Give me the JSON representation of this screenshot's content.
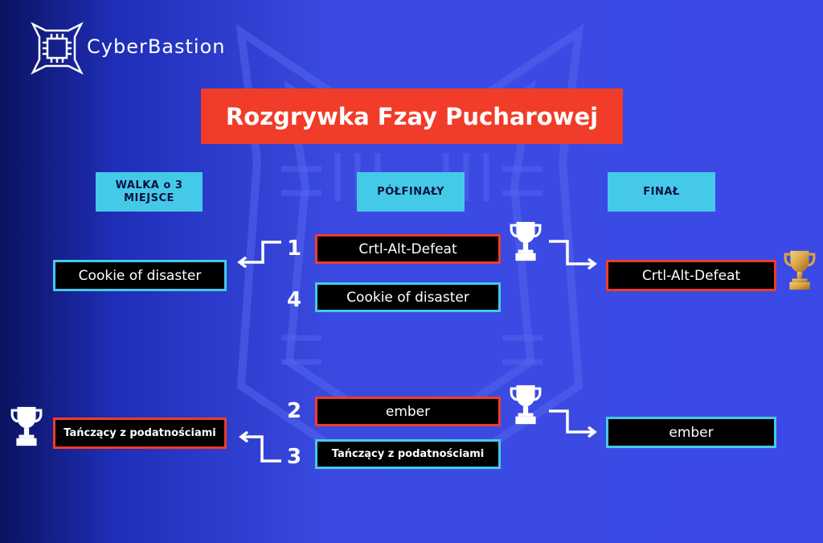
{
  "brand": {
    "name": "CyberBastion"
  },
  "title": "Rozgrywka Fzay Pucharowej",
  "columns": {
    "third_place": "WALKA o 3 MIEJSCE",
    "semifinals": "PÓŁFINAŁY",
    "final": "FINAŁ"
  },
  "semifinals": [
    {
      "seed": "1",
      "team": "Crtl-Alt-Defeat"
    },
    {
      "seed": "4",
      "team": "Cookie of disaster"
    },
    {
      "seed": "2",
      "team": "ember"
    },
    {
      "seed": "3",
      "team": "Tańczący z podatnościami"
    }
  ],
  "third_place": [
    {
      "team": "Cookie of disaster"
    },
    {
      "team": "Tańczący z podatnościami"
    }
  ],
  "final": [
    {
      "team": "Crtl-Alt-Defeat"
    },
    {
      "team": "ember"
    }
  ],
  "colors": {
    "background": "#3a4ae0",
    "accent_red": "#f03c28",
    "accent_cyan": "#45c9e8",
    "gold": "#d9a441"
  },
  "icons": {
    "logo": "chip-fortress-logo",
    "trophy": "trophy-icon",
    "gold_trophy": "gold-trophy-icon"
  }
}
